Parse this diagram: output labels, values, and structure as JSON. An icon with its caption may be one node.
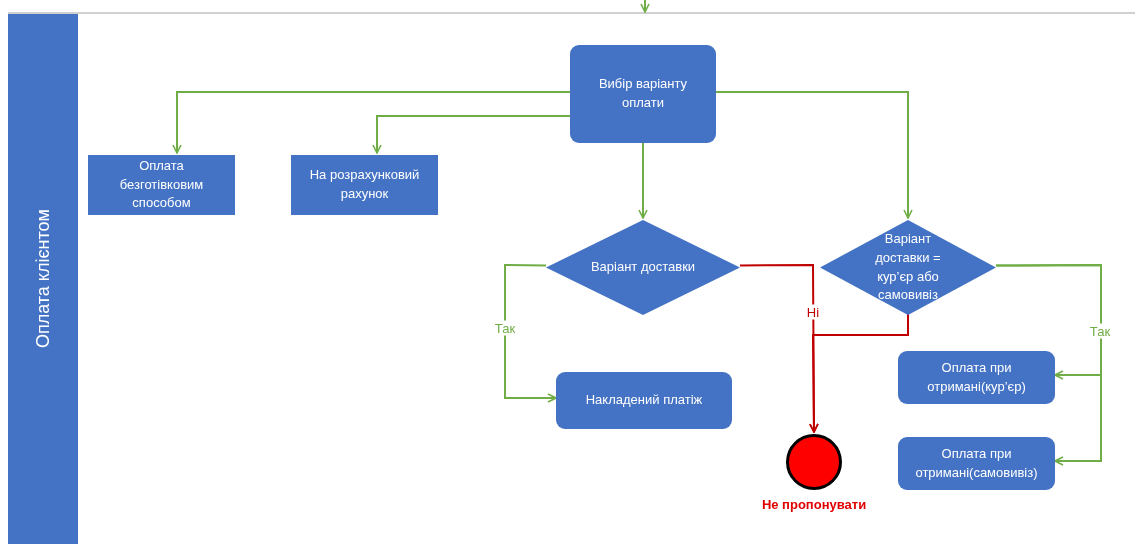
{
  "diagram": {
    "nodes": [
      {
        "text": [
          "Оплата клієнтом"
        ]
      },
      {
        "text": [
          "Вибір варіанту оплати"
        ],
        "in": 0
      },
      {
        "text": [
          "Оплата безготівковим способом"
        ],
        "in": 0
      },
      {
        "text": [
          "На розрахунковий рахунок"
        ],
        "in": 0
      },
      {
        "text": [
          "Варіант доставки"
        ],
        "in": 0
      },
      {
        "text": [
          "Варіант доставки = кур’єр або самовивіз"
        ],
        "in": 0
      },
      {
        "text": [
          "Накладений платіж"
        ],
        "in": 0
      },
      {
        "text": [],
        "shape": "circle",
        "in": 0,
        "beside": [
          "Не пропонувати"
        ]
      },
      {
        "text": [
          "Оплата при отримані(кур’єр)"
        ],
        "in": 0
      },
      {
        "text": [
          "Оплата при отримані(самовивіз)"
        ],
        "in": 0
      }
    ],
    "edges": [
      {
        "from": null,
        "to": 0,
        "arrow": "to"
      },
      {
        "from": 1,
        "to": 2,
        "arrow": "to"
      },
      {
        "from": 1,
        "to": 3,
        "arrow": "to"
      },
      {
        "from": 1,
        "to": 4,
        "arrow": "to"
      },
      {
        "from": 1,
        "to": 5,
        "arrow": "to"
      },
      {
        "from": 4,
        "to": 6,
        "arrow": "to",
        "label": "Так"
      },
      {
        "from": 4,
        "to": 7,
        "arrow": "to",
        "label": "Ні",
        "color": "#c00000"
      },
      {
        "from": 5,
        "to": 7,
        "arrow": "to",
        "color": "#c00000"
      },
      {
        "from": 5,
        "to": 8,
        "arrow": "to",
        "label": "Так"
      },
      {
        "from": 5,
        "to": 9,
        "arrow": "to"
      }
    ]
  }
}
